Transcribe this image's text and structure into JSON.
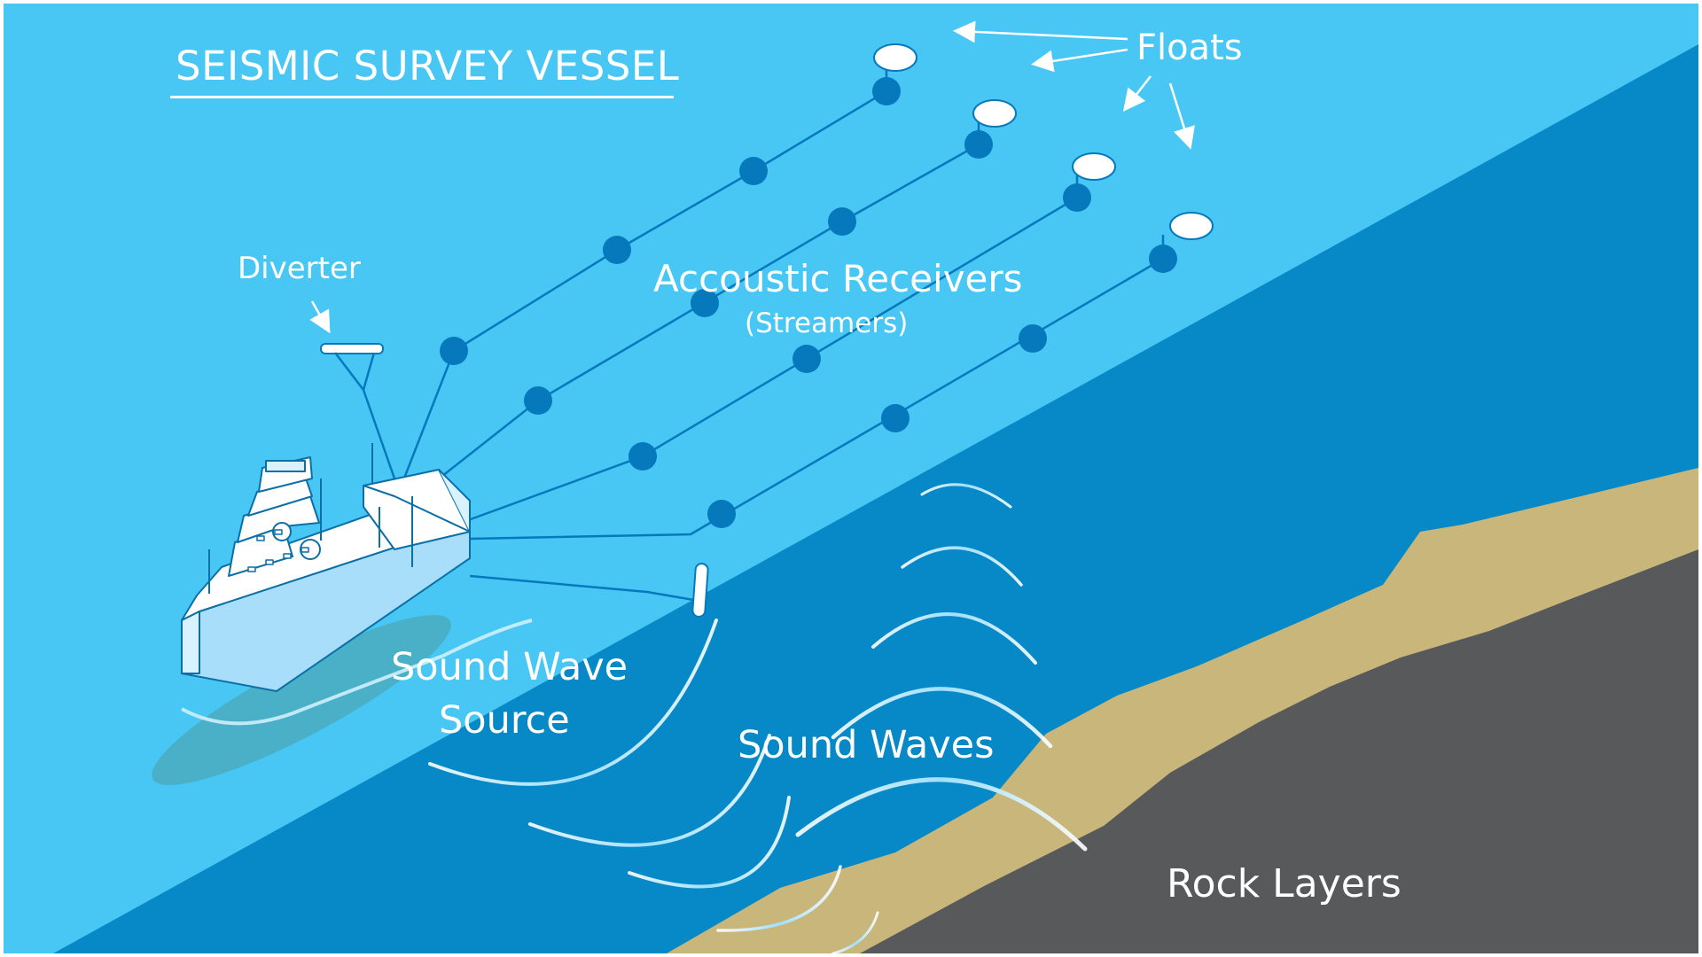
{
  "title": "SEISMIC SURVEY VESSEL",
  "labels": {
    "floats": "Floats",
    "diverter": "Diverter",
    "receivers": "Accoustic Receivers",
    "streamers": "(Streamers)",
    "source_line1": "Sound Wave",
    "source_line2": "Source",
    "sound_waves": "Sound Waves",
    "rock_layers": "Rock Layers"
  },
  "colors": {
    "sky_water_surface": "#48c6f4",
    "deep_water": "#0689c6",
    "sediment": "#c8b67a",
    "rock": "#58595b",
    "receiver_node": "#0679bd",
    "ship_light": "#a9defa",
    "wave_arc": "#ffffff"
  },
  "icons": [
    "ship-icon",
    "float-icon",
    "diverter-icon",
    "source-buoy-icon",
    "arrow-icon"
  ]
}
